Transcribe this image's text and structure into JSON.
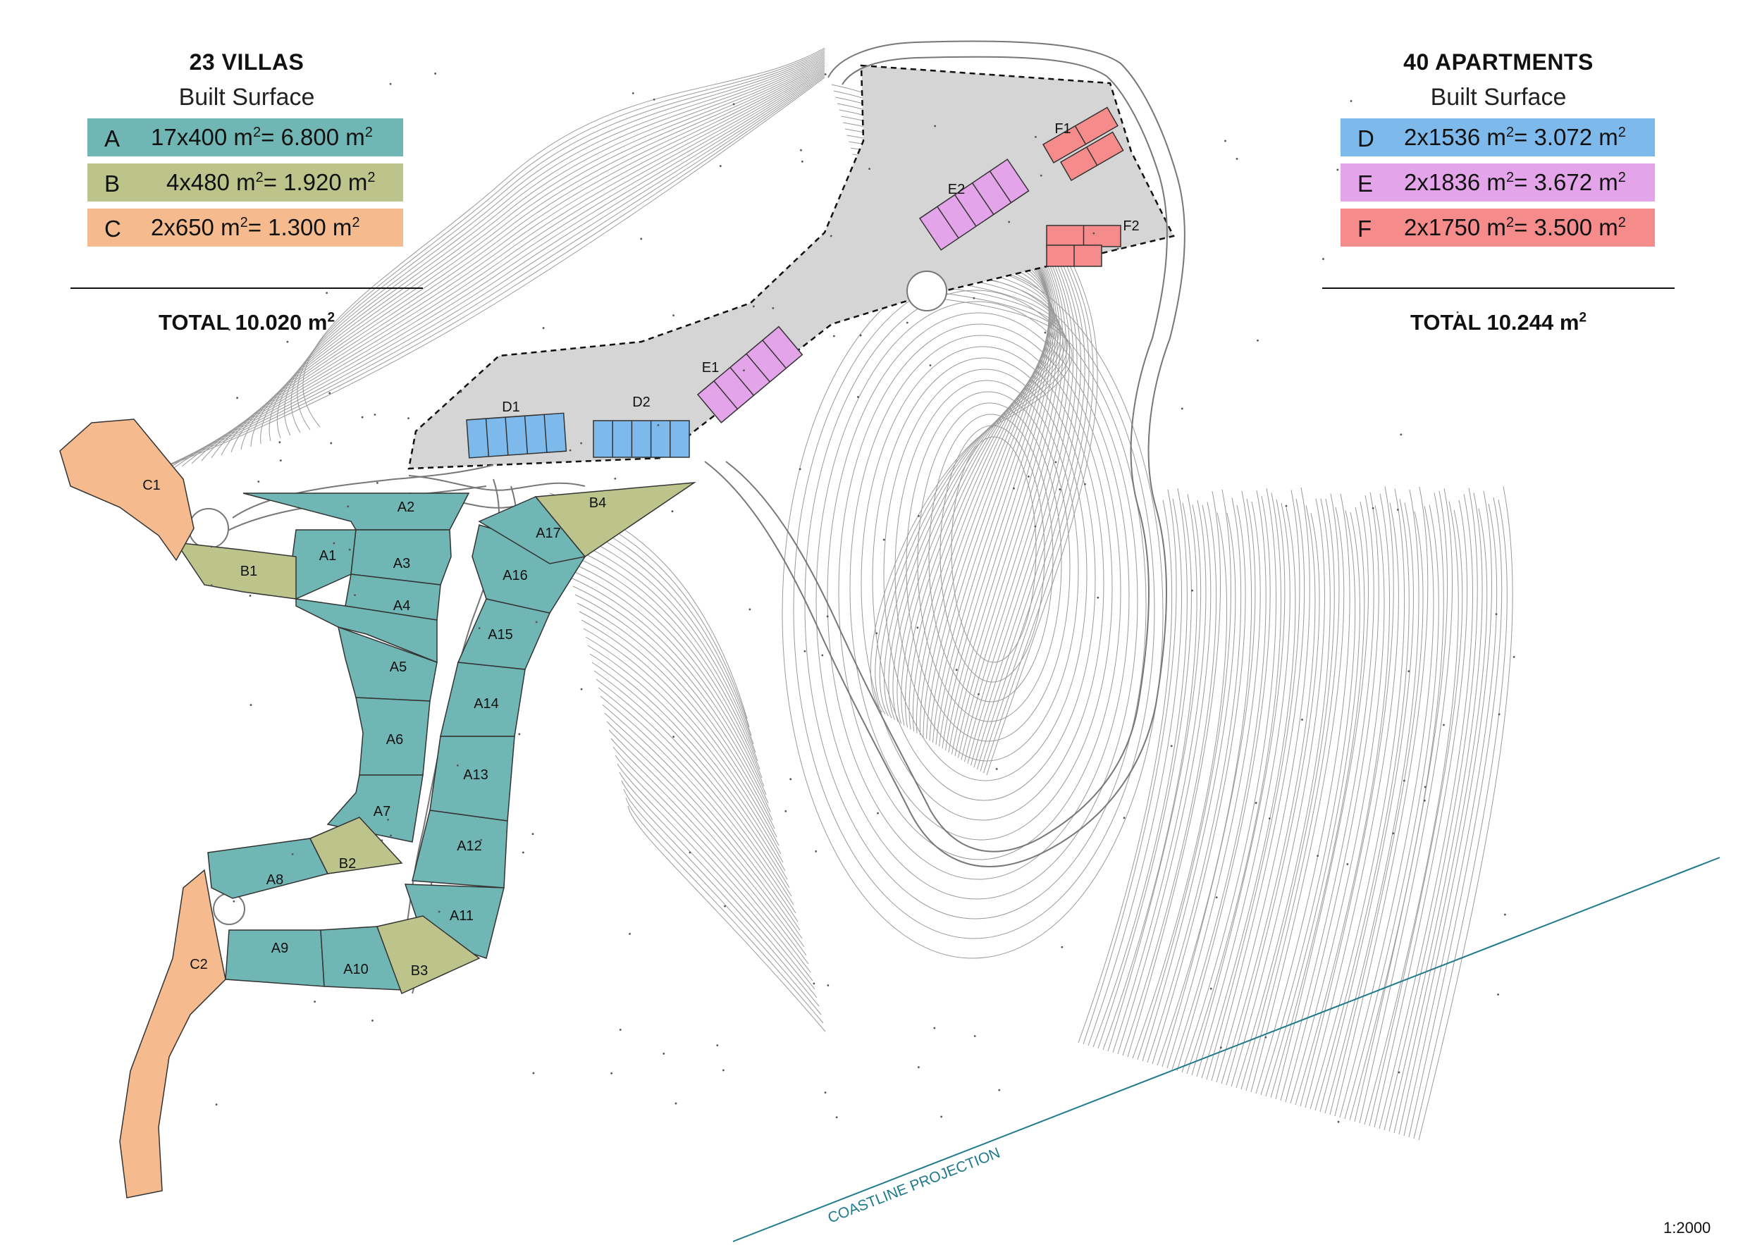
{
  "villas": {
    "title": "23 VILLAS",
    "subtitle": "Built Surface",
    "rows": [
      {
        "letter": "A",
        "formula": "17x400 m",
        "result": "= 6.800 m",
        "color": "#6fb6b5"
      },
      {
        "letter": "B",
        "formula": "4x480 m",
        "result": "= 1.920 m",
        "color": "#bcc48c"
      },
      {
        "letter": "C",
        "formula": "2x650 m",
        "result": "= 1.300 m",
        "color": "#f5bb8e"
      }
    ],
    "total": "TOTAL  10.020 m"
  },
  "apartments": {
    "title": "40 APARTMENTS",
    "subtitle": "Built Surface",
    "rows": [
      {
        "letter": "D",
        "formula": "2x1536 m",
        "result": "= 3.072 m",
        "color": "#7db9ea"
      },
      {
        "letter": "E",
        "formula": "2x1836 m",
        "result": "= 3.672 m",
        "color": "#e4a4ea"
      },
      {
        "letter": "F",
        "formula": "2x1750 m",
        "result": "= 3.500 m",
        "color": "#f58b8b"
      }
    ],
    "total": "TOTAL  10.244 m"
  },
  "superscript": "2",
  "map": {
    "lot_fill": {
      "A": "#6fb6b5",
      "B": "#bcc48c",
      "C": "#f5bb8e",
      "D": "#7db9ea",
      "E": "#e4a4ea",
      "F": "#f58b8b",
      "platform": "#d5d5d5"
    },
    "lots": {
      "A1": "A1",
      "A2": "A2",
      "A3": "A3",
      "A4": "A4",
      "A5": "A5",
      "A6": "A6",
      "A7": "A7",
      "A8": "A8",
      "A9": "A9",
      "A10": "A10",
      "A11": "A11",
      "A12": "A12",
      "A13": "A13",
      "A14": "A14",
      "A15": "A15",
      "A16": "A16",
      "A17": "A17",
      "B1": "B1",
      "B2": "B2",
      "B3": "B3",
      "B4": "B4",
      "C1": "C1",
      "C2": "C2",
      "D1": "D1",
      "D2": "D2",
      "E1": "E1",
      "E2": "E2",
      "F1": "F1",
      "F2": "F2"
    },
    "coastline_label": "COASTLINE PROJECTION",
    "scale": "1:2000"
  }
}
